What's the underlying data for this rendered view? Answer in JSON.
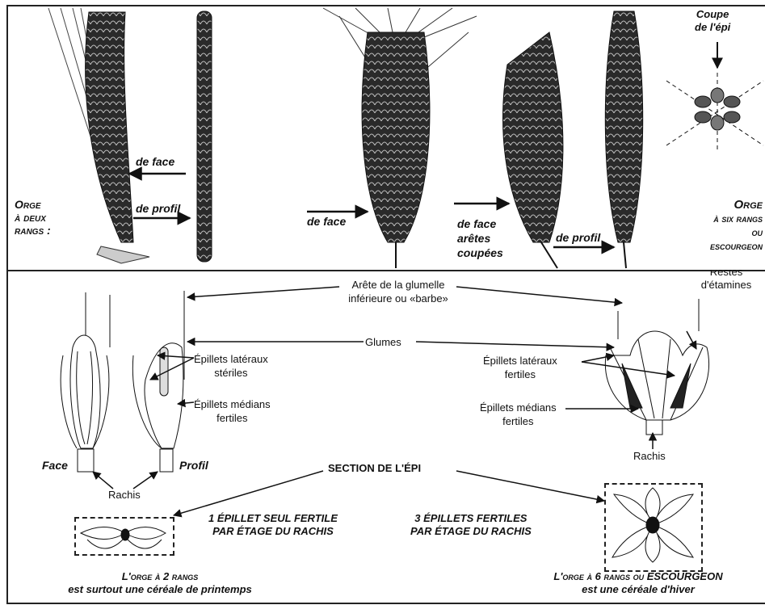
{
  "top": {
    "orge_deux_rangs": [
      "Orge",
      "à deux",
      "rangs :"
    ],
    "de_face_1": "de face",
    "de_profil_1": "de profil",
    "de_face_2": "de face",
    "de_face_coupees": [
      "de face",
      "arêtes",
      "coupées"
    ],
    "de_profil_2": "de profil",
    "coupe_epi": [
      "Coupe",
      "de l'épi"
    ],
    "orge_six_rangs": [
      "Orge",
      "à six rangs",
      "ou",
      "escourgeon"
    ]
  },
  "bottom": {
    "arete": [
      "Arête de la glumelle",
      "inférieure ou «barbe»"
    ],
    "restes": [
      "Restes",
      "d'étamines"
    ],
    "glumes": "Glumes",
    "epillets_lat_steriles": [
      "Épillets latéraux",
      "stériles"
    ],
    "epillets_med_fertiles_left": [
      "Épillets médians",
      "fertiles"
    ],
    "epillets_lat_fertiles": [
      "Épillets latéraux",
      "fertiles"
    ],
    "epillets_med_fertiles_right": [
      "Épillets médians",
      "fertiles"
    ],
    "face": "Face",
    "profil": "Profil",
    "rachis_left": "Rachis",
    "rachis_right": "Rachis",
    "section": "SECTION DE L'ÉPI",
    "un_epillet": [
      "1 ÉPILLET SEUL FERTILE",
      "PAR ÉTAGE DU RACHIS"
    ],
    "trois_epillets": [
      "3 ÉPILLETS FERTILES",
      "PAR ÉTAGE DU RACHIS"
    ],
    "caption_left": [
      "L'orge à 2 rangs",
      "est surtout une céréale de printemps"
    ],
    "caption_right": [
      "L'orge à 6 rangs ou ESCOURGEON",
      "est une céréale d'hiver"
    ]
  }
}
